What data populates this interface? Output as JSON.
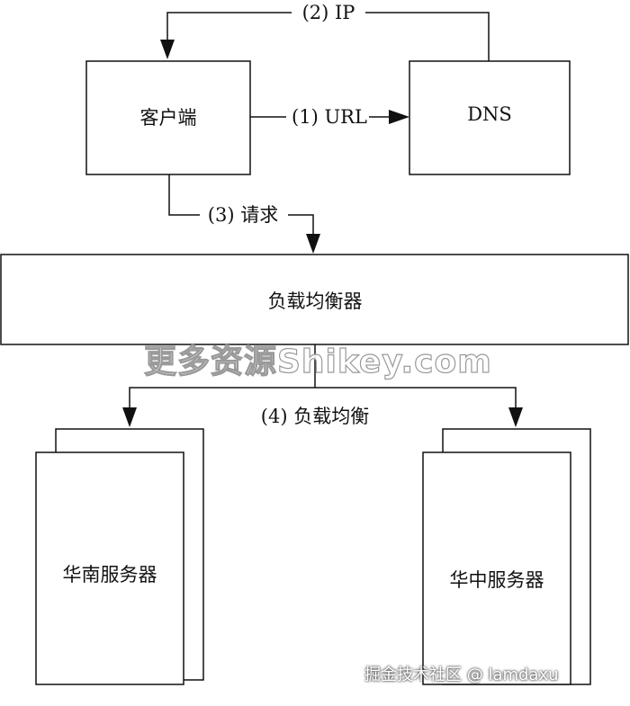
{
  "nodes": {
    "client": "客户端",
    "dns": "DNS",
    "load_balancer": "负载均衡器",
    "south_server": "华南服务器",
    "central_server": "华中服务器"
  },
  "edges": {
    "url": "(1) URL",
    "ip": "(2) IP",
    "request": "(3) 请求",
    "balance": "(4) 负载均衡"
  },
  "watermark": "更多资源Shikey.com",
  "credit": "掘金技术社区 @ lamdaxu"
}
